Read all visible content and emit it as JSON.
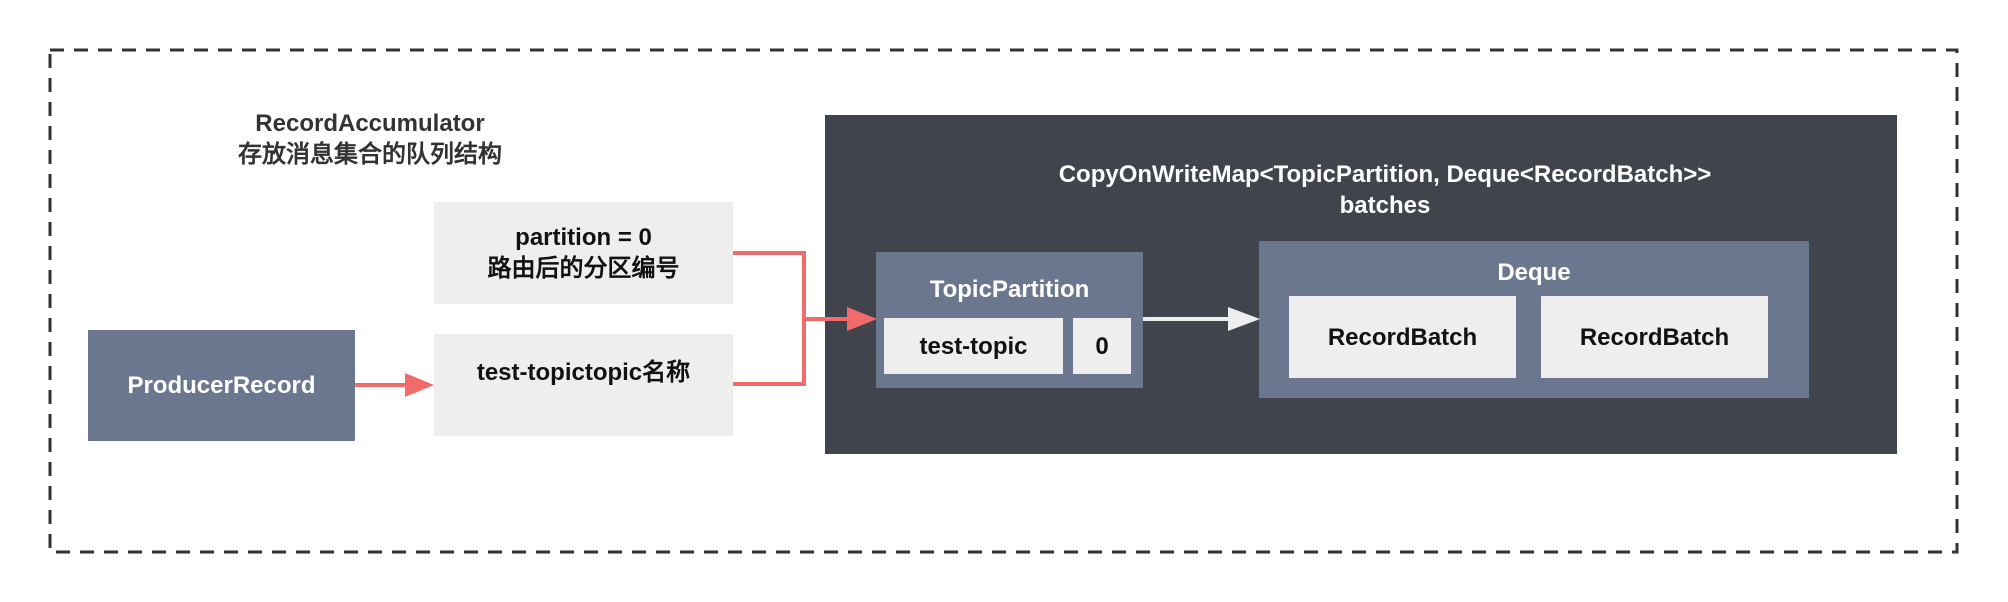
{
  "title": {
    "line1": "RecordAccumulator",
    "line2": "存放消息集合的队列结构"
  },
  "producer_record": "ProducerRecord",
  "partition_box": {
    "line1": "partition = 0",
    "line2": "路由后的分区编号"
  },
  "topic_box": "test-topictopic名称",
  "map": {
    "title_line1": "CopyOnWriteMap<TopicPartition, Deque<RecordBatch>>",
    "title_line2": "batches",
    "topic_partition": {
      "title": "TopicPartition",
      "topic": "test-topic",
      "partition": "0"
    },
    "deque": {
      "title": "Deque",
      "batches": [
        "RecordBatch",
        "RecordBatch"
      ]
    }
  },
  "colors": {
    "dark": "#41444d",
    "slate": "#6a778e",
    "light": "#eeeeee",
    "arrow_red": "#f26b6b",
    "arrow_white": "#eeeeee"
  }
}
